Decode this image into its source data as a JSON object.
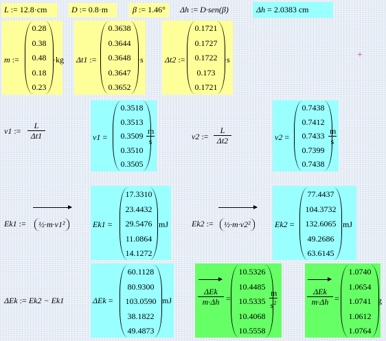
{
  "header": {
    "L_lhs": "L",
    "L_assign": ":=",
    "L_val": "12.8·cm",
    "D_lhs": "D",
    "D_assign": ":=",
    "D_val": "0.8·m",
    "beta_lhs": "β",
    "beta_assign": ":=",
    "beta_val": "1.46°",
    "dh_lhs": "Δh",
    "dh_assign": ":=",
    "dh_expr": "D·sen(β)",
    "dh_result_lhs": "Δh",
    "dh_result_eq": "=",
    "dh_result_val": "2.0383 cm"
  },
  "row1": {
    "m_lhs": "m",
    "m_assign": ":=",
    "m_values": [
      "0.28",
      "0.38",
      "0.48",
      "0.18",
      "0.23"
    ],
    "m_unit": "·kg",
    "dt1_lhs": "Δt1",
    "dt1_assign": ":=",
    "dt1_values": [
      "0.3638",
      "0.3644",
      "0.3648",
      "0.3647",
      "0.3652"
    ],
    "dt1_unit": "·s",
    "dt2_lhs": "Δt2",
    "dt2_assign": ":=",
    "dt2_values": [
      "0.1721",
      "0.1727",
      "0.1722",
      "0.173",
      "0.1721"
    ],
    "dt2_unit": "·s"
  },
  "row2": {
    "v1_def_lhs": "v1",
    "v1_def_assign": ":=",
    "v1_def_num": "L",
    "v1_def_den": "Δt1",
    "v1_lhs": "v1",
    "v1_eq": "=",
    "v1_values": [
      "0.3518",
      "0.3513",
      "0.3509",
      "0.3510",
      "0.3505"
    ],
    "v1_unit_num": "m",
    "v1_unit_den": "s",
    "v2_def_lhs": "v2",
    "v2_def_assign": ":=",
    "v2_def_num": "L",
    "v2_def_den": "Δt2",
    "v2_lhs": "v2",
    "v2_eq": "=",
    "v2_values": [
      "0.7438",
      "0.7412",
      "0.7433",
      "0.7399",
      "0.7438"
    ],
    "v2_unit_num": "m",
    "v2_unit_den": "s"
  },
  "row3": {
    "ek1_def_lhs": "Ek1",
    "ek1_def_assign": ":=",
    "ek1_def_expr": "½·m·v1²",
    "ek1_lhs": "Ek1",
    "ek1_eq": "=",
    "ek1_values": [
      "17.3310",
      "23.4432",
      "29.5476",
      "11.0864",
      "14.1272"
    ],
    "ek1_unit": "mJ",
    "ek2_def_lhs": "Ek2",
    "ek2_def_assign": ":=",
    "ek2_def_expr": "½·m·v2²",
    "ek2_lhs": "Ek2",
    "ek2_eq": "=",
    "ek2_values": [
      "77.4437",
      "104.3732",
      "132.6065",
      "49.2686",
      "63.6145"
    ],
    "ek2_unit": "mJ"
  },
  "row4": {
    "dek_def_lhs": "ΔEk",
    "dek_def_assign": ":=",
    "dek_def_expr": "Ek2 − Ek1",
    "dek_lhs": "ΔEk",
    "dek_eq": "=",
    "dek_values": [
      "60.1128",
      "80.9300",
      "103.0590",
      "38.1822",
      "49.4873"
    ],
    "dek_unit": "mJ",
    "r1_num": "ΔEk",
    "r1_den": "m·Δh",
    "r1_eq": "=",
    "r1_values": [
      "10.5326",
      "10.4485",
      "10.5335",
      "10.4068",
      "10.5558"
    ],
    "r1_unit_num": "m",
    "r1_unit_den": "s",
    "r2_num": "ΔEk",
    "r2_den": "m·Δh",
    "r2_eq": "=",
    "r2_values": [
      "1.0740",
      "1.0654",
      "1.0741",
      "1.0612",
      "1.0764"
    ],
    "r2_unit": "g"
  },
  "colors": {
    "yellow": "#ffff99",
    "cyan": "#99ffff",
    "green": "#66ff66",
    "cursor": "#c0408f"
  },
  "icons": {
    "cursor": "plus-cursor-icon"
  }
}
